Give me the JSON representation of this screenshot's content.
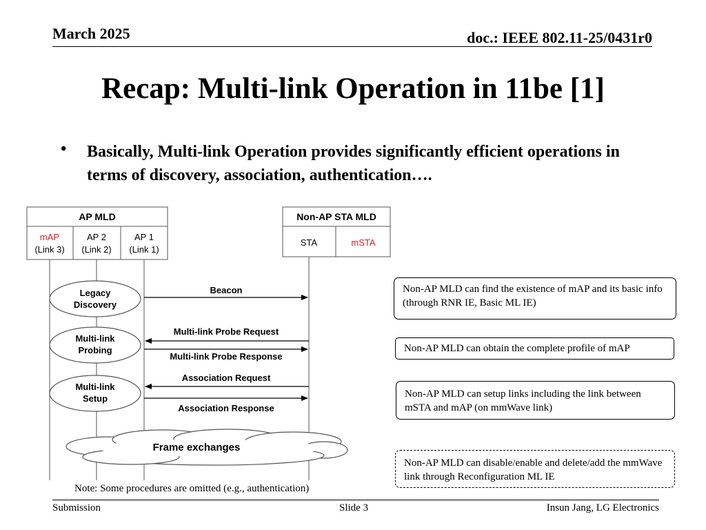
{
  "header": {
    "date": "March 2025",
    "doc": "doc.: IEEE 802.11-25/0431r0"
  },
  "title": "Recap: Multi-link Operation in 11be [1]",
  "bullet": {
    "marker": "•",
    "text": "Basically, Multi-link Operation provides significantly efficient operations in terms of discovery, association, authentication…."
  },
  "diagram": {
    "ap_mld": {
      "title": "AP MLD",
      "aps": [
        {
          "name": "mAP",
          "link": "(Link 3)",
          "color": "#e02020"
        },
        {
          "name": "AP 2",
          "link": "(Link 2)",
          "color": "#000000"
        },
        {
          "name": "AP 1",
          "link": "(Link 1)",
          "color": "#000000"
        }
      ]
    },
    "sta_mld": {
      "title": "Non-AP STA MLD",
      "stas": [
        {
          "name": "STA",
          "color": "#000000"
        },
        {
          "name": "mSTA",
          "color": "#e02020"
        }
      ]
    },
    "phases": [
      {
        "line1": "Legacy",
        "line2": "Discovery"
      },
      {
        "line1": "Multi-link",
        "line2": "Probing"
      },
      {
        "line1": "Multi-link",
        "line2": "Setup"
      }
    ],
    "messages": [
      "Beacon",
      "Multi-link Probe Request",
      "Multi-link Probe Response",
      "Association Request",
      "Association Response"
    ],
    "cloud_label": "Frame exchanges"
  },
  "callouts": [
    "Non-AP MLD can find the existence of mAP and its basic info (through RNR IE, Basic ML IE)",
    "Non-AP MLD can obtain the complete profile of mAP",
    "Non-AP MLD can setup links including the link between mSTA and mAP (on mmWave link)",
    "Non-AP MLD can disable/enable and delete/add the mmWave link through Reconfiguration ML IE"
  ],
  "note": "Note: Some procedures are omitted (e.g., authentication)",
  "footer": {
    "left": "Submission",
    "center": "Slide 3",
    "right": "Insun Jang, LG Electronics"
  }
}
